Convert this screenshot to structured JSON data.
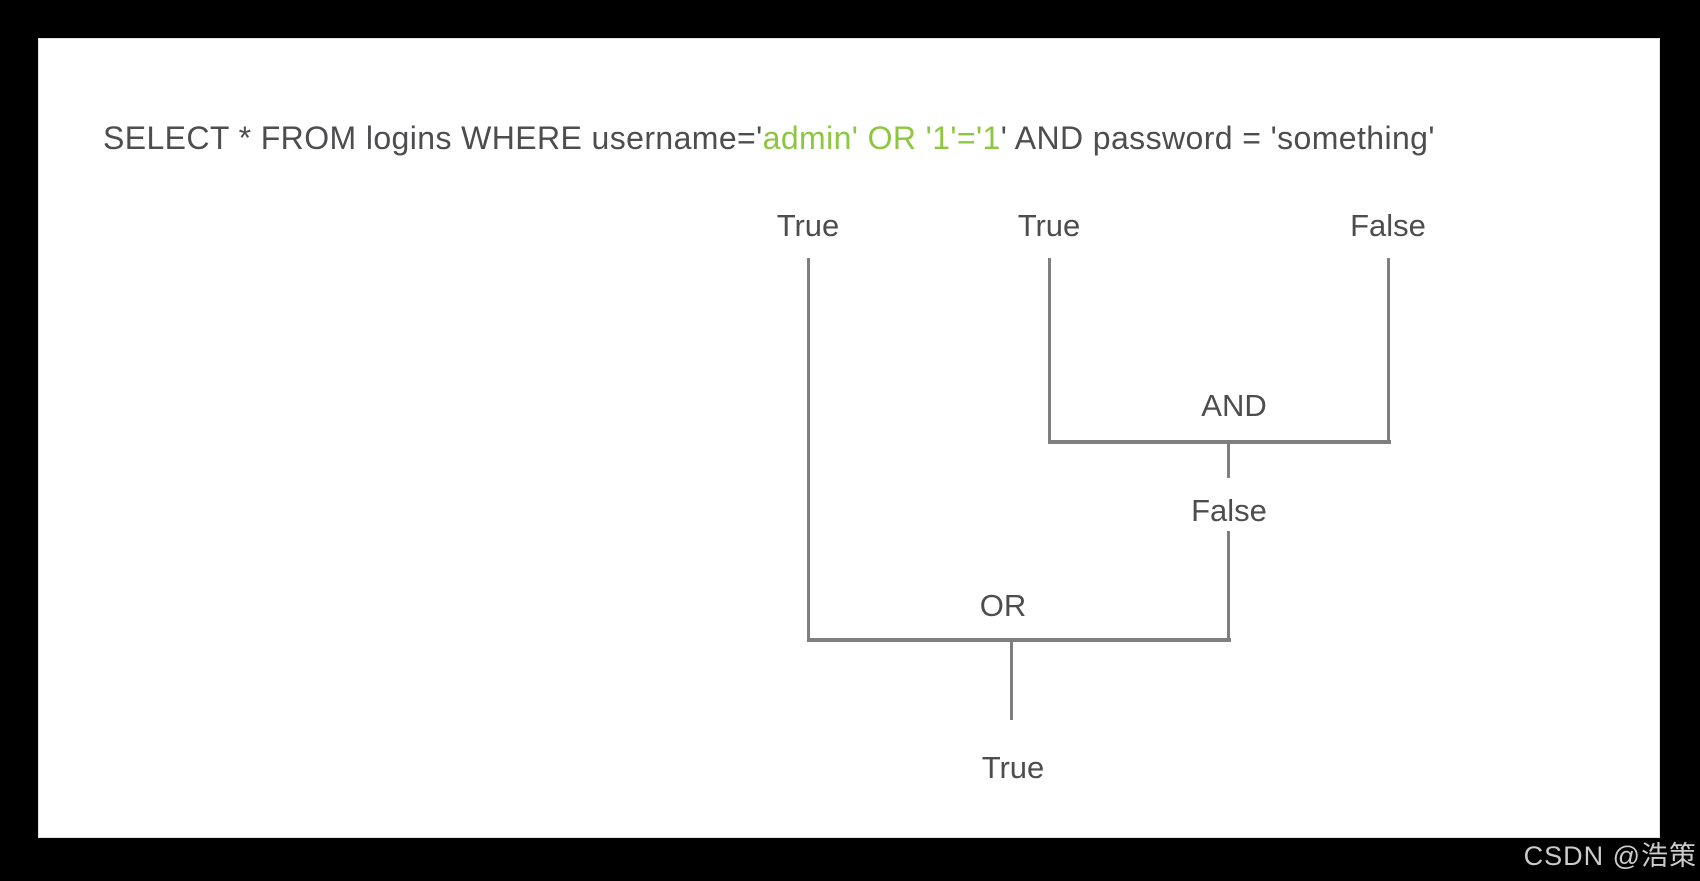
{
  "query": {
    "prefix": "SELECT * FROM logins WHERE username='",
    "injected": "admin' OR '1'='1",
    "suffix": "' AND password = 'something'"
  },
  "tree": {
    "leaves": [
      {
        "label": "True"
      },
      {
        "label": "True"
      },
      {
        "label": "False"
      }
    ],
    "and": {
      "operator": "AND",
      "result": "False"
    },
    "or": {
      "operator": "OR",
      "result": "True"
    }
  },
  "watermark": {
    "text": "CSDN @浩策"
  },
  "colors": {
    "page_background": "#000000",
    "panel_background": "#ffffff",
    "panel_border": "#e6e3e8",
    "query_text": "#4d4d4f",
    "injected_text": "#8dc63f",
    "line_gray": "#7f7f7f",
    "label_text": "#4d4d4f",
    "watermark_text": "#cbcbcb"
  }
}
